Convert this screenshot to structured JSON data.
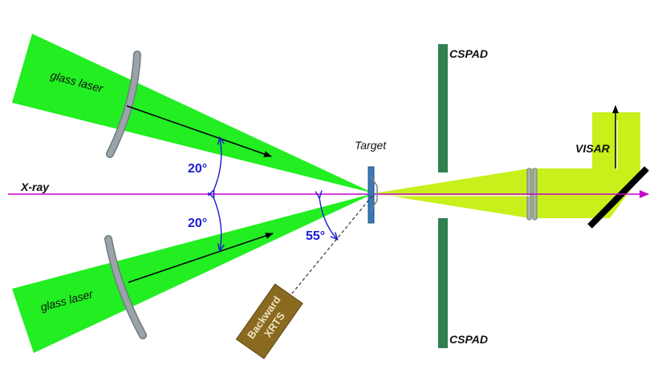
{
  "labels": {
    "glass_laser_top": "glass laser",
    "glass_laser_bottom": "glass laser",
    "xray": "X-ray",
    "target": "Target",
    "cspad_top": "CSPAD",
    "cspad_bottom": "CSPAD",
    "visar": "VISAR",
    "backward_xrts_line1": "Backward",
    "backward_xrts_line2": "XRTS"
  },
  "angles": {
    "top": "20°",
    "bottom": "20°",
    "xrts": "55°"
  },
  "colors": {
    "laser_beam": "#22ee22",
    "visar_beam": "#c8f01a",
    "xray_line": "#cc00cc",
    "cspad": "#2e8050",
    "target": "#3a78b8",
    "lens": "#9aa4a8",
    "angle_label": "#1a1ad0",
    "xrts_box": "#8a6a20"
  }
}
